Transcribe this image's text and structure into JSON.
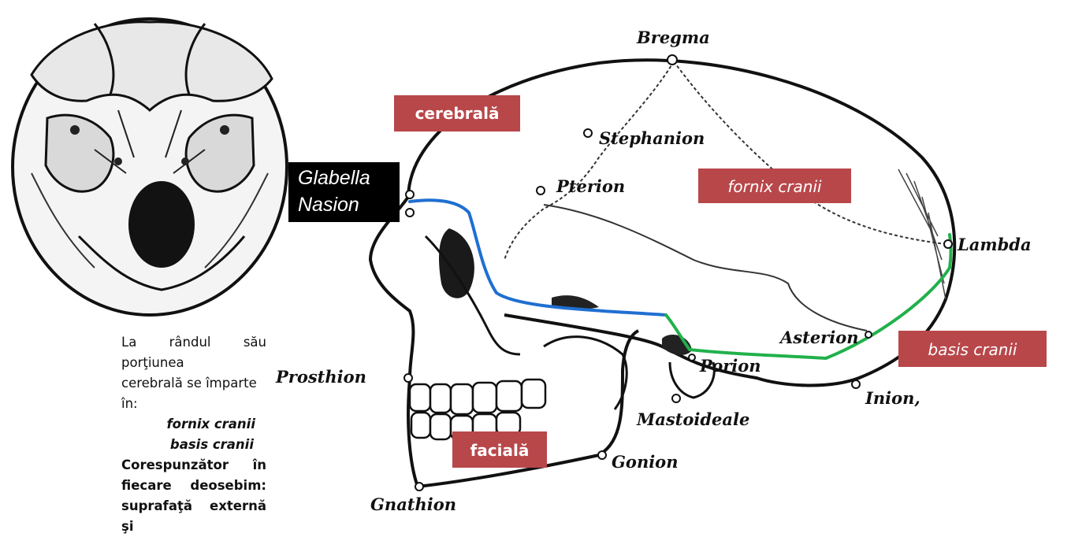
{
  "landmarks": {
    "bregma": "Bregma",
    "stephanion": "Stephanion",
    "pterion": "Pterion",
    "lambda": "Lambda",
    "asterion": "Asterion",
    "porion": "Porion",
    "inion": "Inion,",
    "prosthion": "Prosthion",
    "mastoideale": "Mastoideale",
    "gonion": "Gonion",
    "gnathion": "Gnathion"
  },
  "glabella_box": {
    "line1": "Glabella",
    "line2": "Nasion"
  },
  "region_tags": {
    "cerebrala": "cerebrală",
    "fornix": "fornix cranii",
    "basis": "basis cranii",
    "faciala": "facială"
  },
  "side_text": {
    "intro_line1": "La rândul său porţiunea",
    "intro_line2": "cerebrală se împarte în:",
    "term1": "fornix cranii",
    "term2": "basis cranii",
    "note_line1": "Corespunzător în",
    "note_line2": "fiecare deosebim:",
    "note_line3": "suprafaţă externă şi"
  },
  "colors": {
    "tag_fill": "#b8474a",
    "glabella_fill": "#000000",
    "line_basis_anterior": "#1f6fd1",
    "line_basis_posterior": "#21b14b"
  }
}
